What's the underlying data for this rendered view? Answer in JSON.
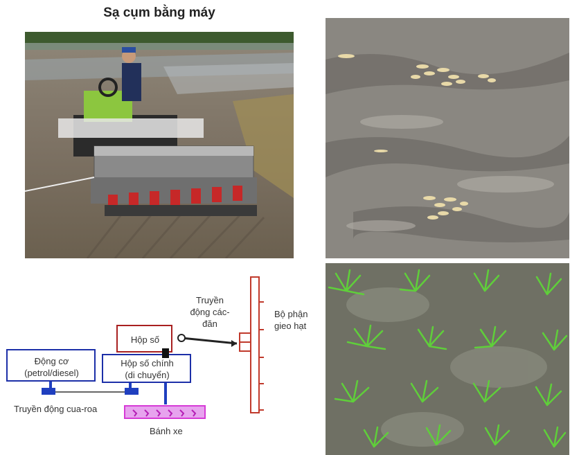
{
  "title": "Sạ cụm bằng máy",
  "diagram": {
    "engine": [
      "Động cơ",
      "(petrol/diesel)"
    ],
    "gearbox_main": [
      "Hộp số chính",
      "(di chuyển)"
    ],
    "gearbox": "Hộp số",
    "cardan": [
      "Truyền",
      "động các-",
      "đăn"
    ],
    "seeder": [
      "Bộ phận",
      "gieo hạt"
    ],
    "belt": "Truyền động cua-roa",
    "wheel": "Bánh xe"
  },
  "colors": {
    "box_blue": "#1c2fa8",
    "box_red": "#a82020",
    "seeder_red": "#c0392b",
    "wheel_magenta": "#d63ad6",
    "shaft_blue": "#1f3fbf"
  }
}
